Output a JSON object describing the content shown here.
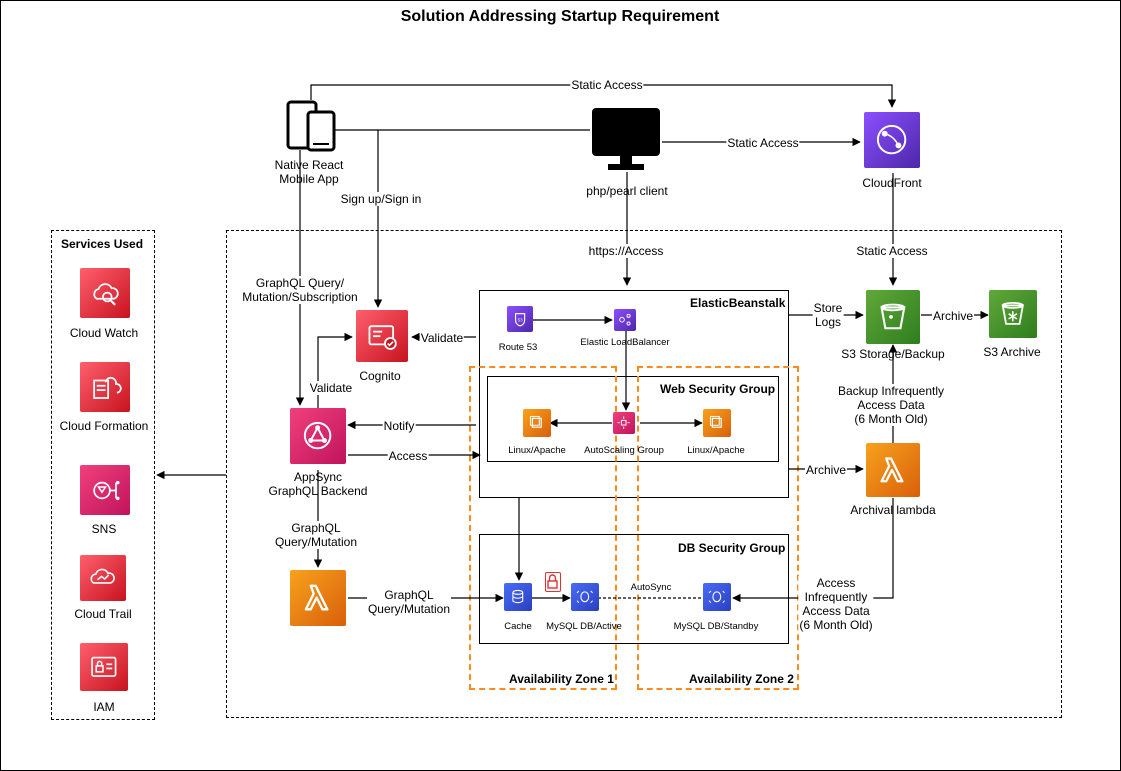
{
  "title": "Solution Addressing Startup Requirement",
  "services": {
    "heading": "Services Used",
    "items": [
      "Cloud Watch",
      "Cloud Formation",
      "SNS",
      "Cloud Trail",
      "IAM"
    ]
  },
  "nodes": {
    "mobile": "Native React\nMobile App",
    "client": "php/pearl client",
    "cloudfront": "CloudFront",
    "cognito": "Cognito",
    "appsync": "AppSync\nGraphQL Backend",
    "lambda": "",
    "s3": "S3 Storage/Backup",
    "s3archive": "S3 Archive",
    "archival": "Archival lambda",
    "route53": "Route 53",
    "elb": "Elastic LoadBalancer",
    "linux1": "Linux/Apache",
    "autoscaling": "AutoScaling Group",
    "linux2": "Linux/Apache",
    "cache": "Cache",
    "mysql_active": "MySQL DB/Active",
    "mysql_standby": "MySQL DB/Standby"
  },
  "groups": {
    "beanstalk": "ElasticBeanstalk",
    "web_sg": "Web Security Group",
    "db_sg": "DB Security Group",
    "az1": "Availability Zone 1",
    "az2": "Availability Zone 2"
  },
  "edges": {
    "static_access_top": "Static Access",
    "static_access_client": "Static Access",
    "static_access_cf": "Static Access",
    "signup": "Sign up/Sign in",
    "graphql_sub": "GraphQL Query/\nMutation/Subscription",
    "https": "https://Access",
    "validate_cognito": "Validate",
    "validate_appsync": "Validate",
    "notify": "Notify",
    "access": "Access",
    "graphql_qm": "GraphQL\nQuery/Mutation",
    "graphql_qm2": "GraphQL\nQuery/Mutation",
    "store_logs": "Store\nLogs",
    "archive_s3": "Archive",
    "backup": "Backup Infrequently\nAccess Data\n(6 Month Old)",
    "archive_lambda": "Archive",
    "access_infreq": "Access\nInfrequently\nAccess Data\n(6 Month Old)",
    "autosync": "AutoSync"
  },
  "icons": {
    "mobile": "mobile-devices-icon",
    "client": "desktop-monitor-icon",
    "cloudfront": "cloudfront-icon",
    "cognito": "cognito-icon",
    "appsync": "appsync-icon",
    "lambda": "lambda-icon",
    "s3": "s3-bucket-icon",
    "s3archive": "s3-glacier-icon",
    "archival": "lambda-icon",
    "cloudwatch": "cloudwatch-icon",
    "cloudformation": "cloudformation-icon",
    "sns": "sns-icon",
    "cloudtrail": "cloudtrail-icon",
    "iam": "iam-icon",
    "route53": "route53-icon",
    "elb": "load-balancer-icon",
    "ec2": "ec2-instance-icon",
    "autoscaling": "autoscaling-icon",
    "cache": "elasticache-icon",
    "rds": "rds-icon",
    "lock": "lock-icon"
  },
  "colors": {
    "management": "#c7131f",
    "compute": "#d95f0a",
    "storage": "#2e7d1e",
    "network": "#4d27aa",
    "database": "#2a3fbf",
    "integration": "#c0135c",
    "az_border": "#ff8c1a"
  }
}
